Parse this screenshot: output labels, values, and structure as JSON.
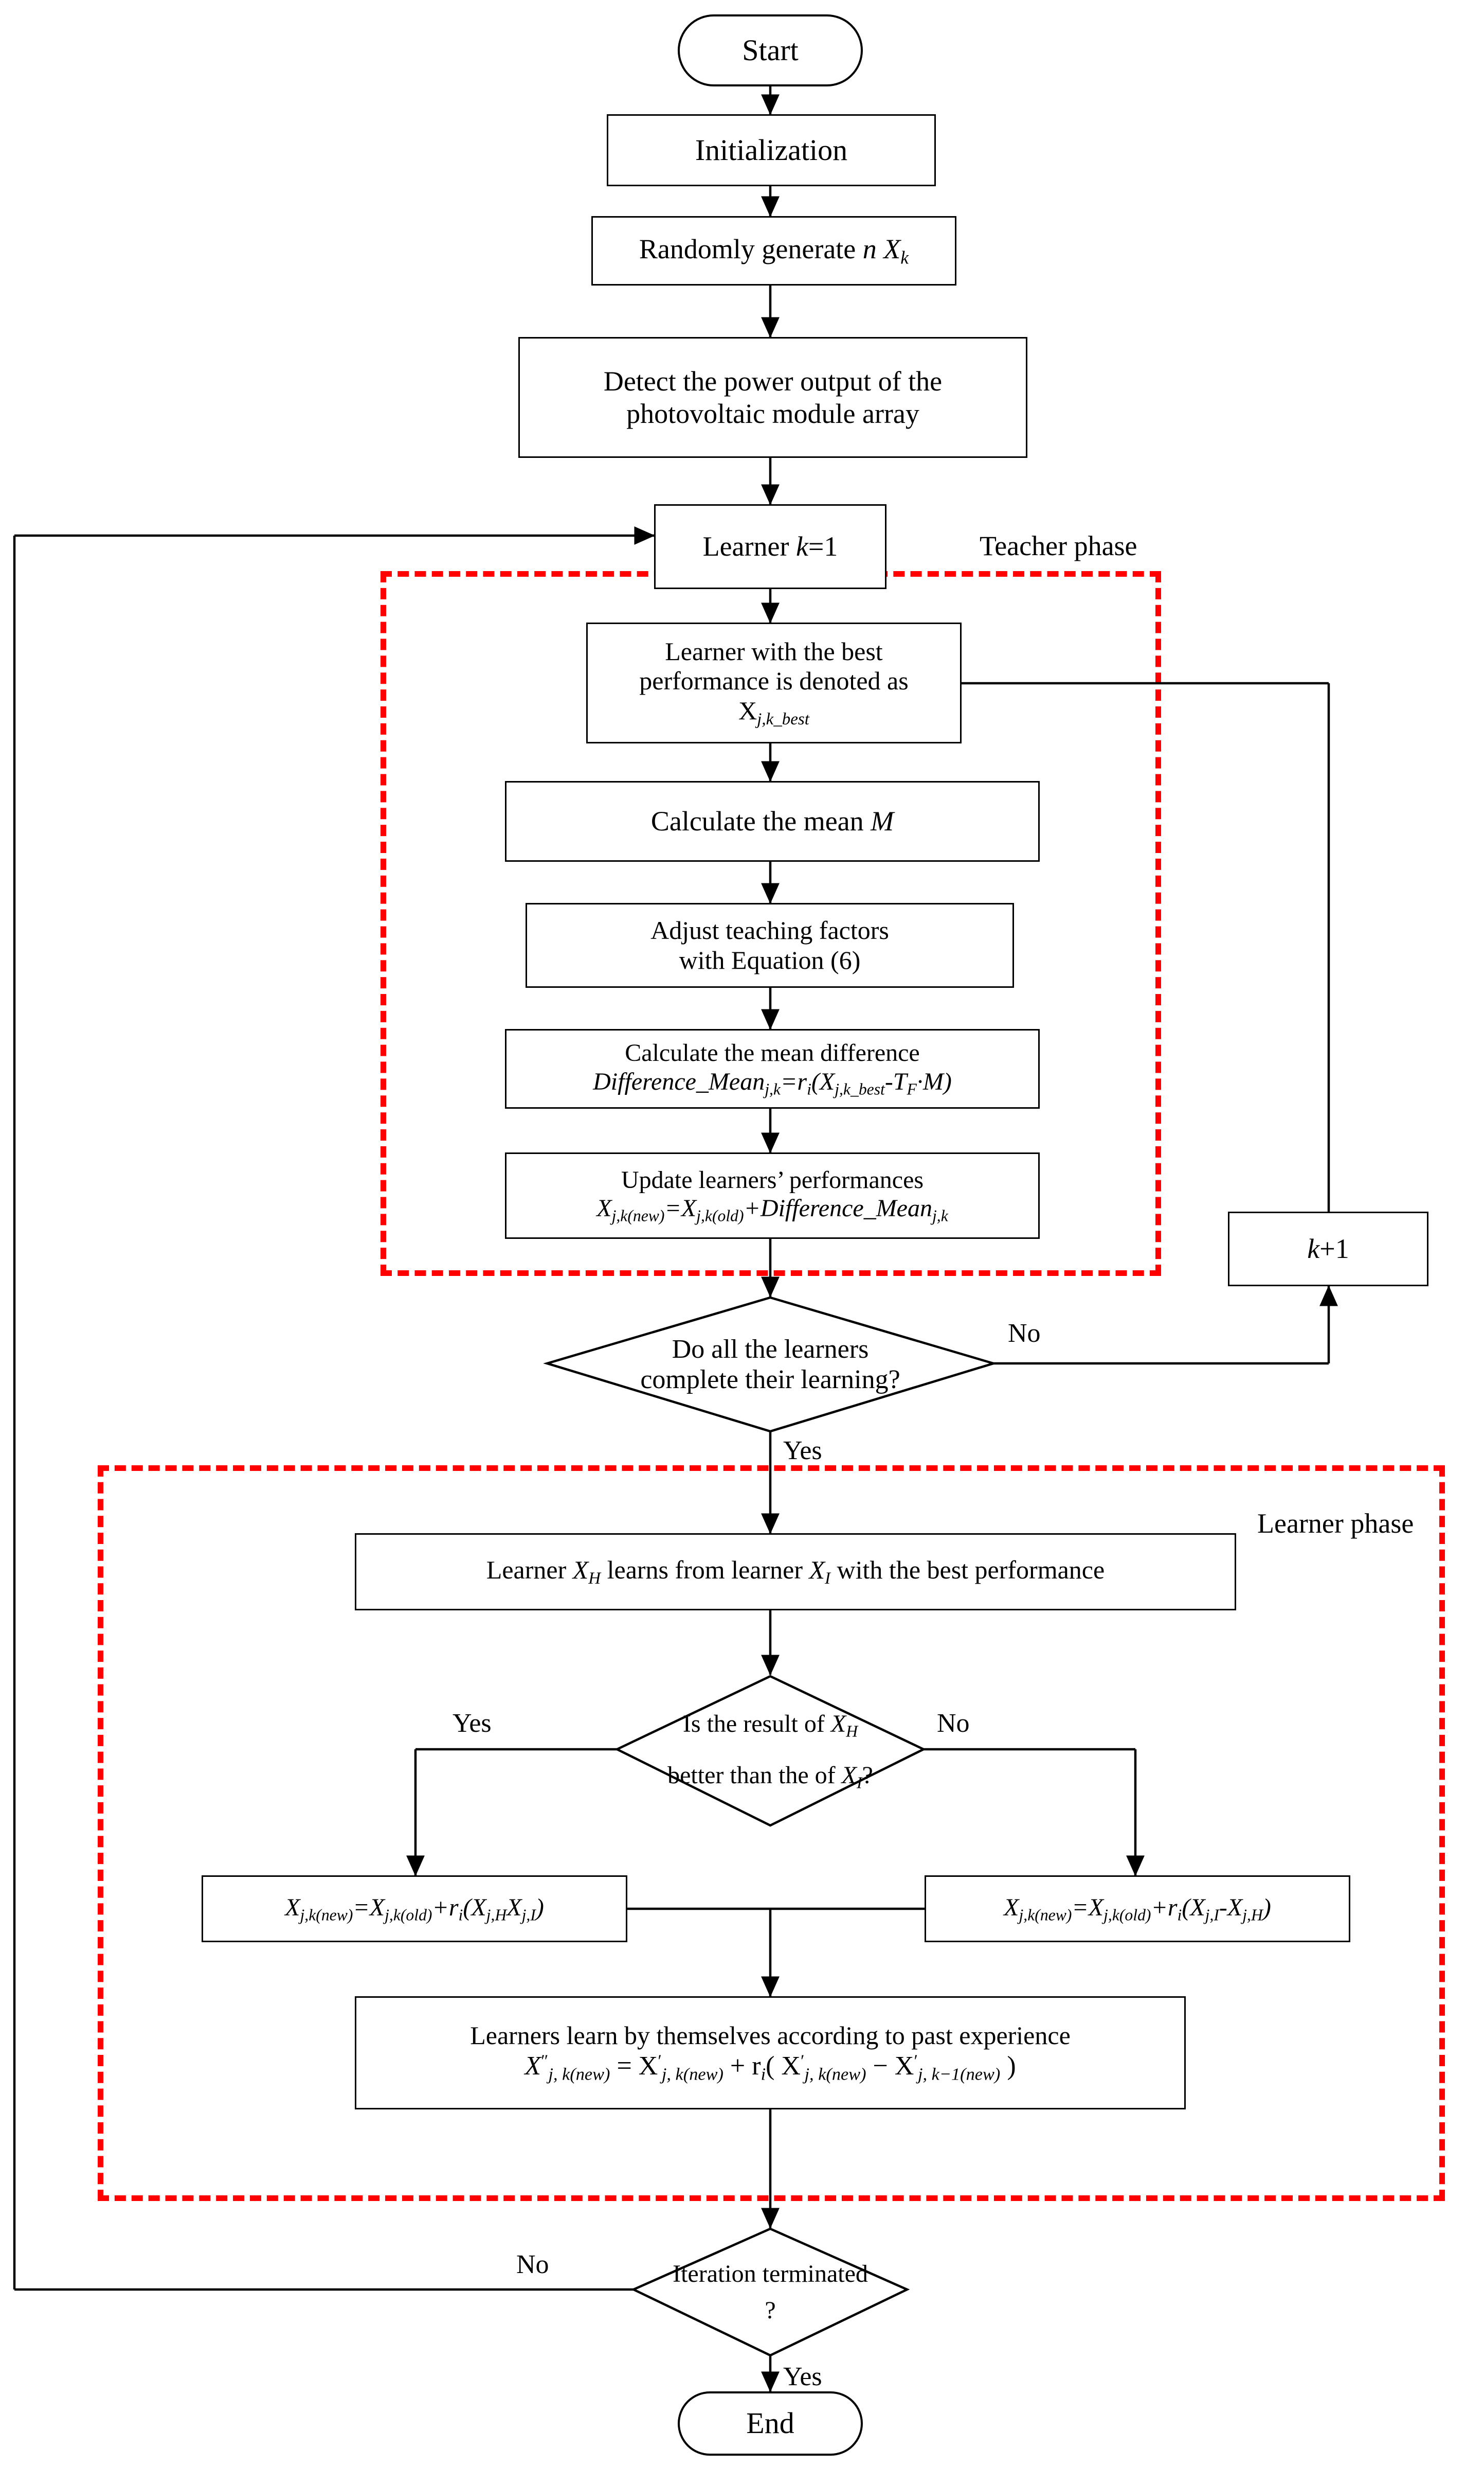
{
  "diagram": {
    "title": "TLBO algorithm flowchart for photovoltaic module array MPPT",
    "type": "flowchart",
    "colors": {
      "line": "#000000",
      "phase_box": "#ff0000",
      "background": "#ffffff"
    }
  },
  "nodes": {
    "start": {
      "label": "Start",
      "shape": "terminator"
    },
    "initialization": {
      "label": "Initialization",
      "shape": "process"
    },
    "random_generate": {
      "label_a": "Randomly generate ",
      "var_n": "n",
      "var_x": "X",
      "sub_k": "k",
      "shape": "process"
    },
    "detect_power": {
      "line1": "Detect the power output of the",
      "line2": "photovoltaic module array",
      "shape": "process"
    },
    "learner_k1": {
      "label_a": "Learner ",
      "var_k": "k",
      "label_b": "=1",
      "shape": "process"
    },
    "best_performance": {
      "line1": "Learner with the best",
      "line2": "performance is denoted as",
      "line3_base": "X",
      "line3_sub": "j,k_best",
      "shape": "process"
    },
    "calc_mean": {
      "label_a": "Calculate the mean ",
      "var_m": "M",
      "shape": "process"
    },
    "adjust_factors": {
      "line1": "Adjust teaching factors",
      "line2": "with Equation (6)",
      "shape": "process"
    },
    "mean_difference": {
      "line1": "Calculate the mean difference",
      "eq_lhs": "Difference_Mean",
      "eq_lhs_sub": "j,k",
      "eq_mid": "=r",
      "eq_mid_sub": "i",
      "eq_open": "(X",
      "eq_x_sub": "j,k_best",
      "eq_minus": "-T",
      "eq_tf_sub": "F",
      "eq_dot": "·M)",
      "shape": "process"
    },
    "update_performance": {
      "line1": "Update learners’ performances",
      "eq_x1": "X",
      "eq_x1_sub": "j,k(new)",
      "eq_eq": "=X",
      "eq_x2_sub": "j,k(old)",
      "eq_plus": "+Difference_Mean",
      "eq_x3_sub": "j,k",
      "shape": "process"
    },
    "all_learners_done": {
      "line1": "Do all the learners",
      "line2": "complete their learning?",
      "shape": "decision"
    },
    "k_plus_1": {
      "var_k": "k",
      "label_b": "+1",
      "shape": "process"
    },
    "learner_learns": {
      "part1": "Learner ",
      "x_h": "X",
      "sub_h": "H",
      "part2": " learns from learner ",
      "x_i": "X",
      "sub_i": "I",
      "part3": " with the best performance",
      "shape": "process"
    },
    "compare_xh_xi": {
      "line1a": "Is the result of ",
      "line1_x": "X",
      "line1_sub": "H",
      "line2a": "better than the of ",
      "line2_x": "X",
      "line2_sub": "I",
      "line2b": "?",
      "shape": "decision"
    },
    "update_left": {
      "eq_x1": "X",
      "eq_x1_sub": "j,k(new)",
      "eq_eq": "=X",
      "eq_x2_sub": "j,k(old)",
      "eq_plus": "+r",
      "eq_r_sub": "i",
      "eq_open": "(X",
      "eq_x3_sub": "j,H",
      "eq_x4": "X",
      "eq_x4_sub": "j,I",
      "eq_close": ")",
      "shape": "process"
    },
    "update_right": {
      "eq_x1": "X",
      "eq_x1_sub": "j,k(new)",
      "eq_eq": "=X",
      "eq_x2_sub": "j,k(old)",
      "eq_plus": "+r",
      "eq_r_sub": "i",
      "eq_open": "(X",
      "eq_x3_sub": "j,I",
      "eq_minus": "-X",
      "eq_x4_sub": "j,H",
      "eq_close": ")",
      "shape": "process"
    },
    "self_learning": {
      "line1": "Learners learn by themselves according to past experience",
      "eq_x1": "X",
      "eq_x1_sup": "″",
      "eq_x1_sub": "j, k(new)",
      "eq_eq": " = X",
      "eq_x2_sup": "′",
      "eq_x2_sub": "j, k(new)",
      "eq_plus": " + r",
      "eq_r_sub": "i",
      "eq_open": "( X",
      "eq_x3_sup": "′",
      "eq_x3_sub": "j, k(new)",
      "eq_minus": " − X",
      "eq_x4_sup": "′",
      "eq_x4_sub": "j, k−1(new)",
      "eq_close": " )",
      "shape": "process"
    },
    "iteration_terminated": {
      "line1": "Iteration terminated",
      "line2": "?",
      "shape": "decision"
    },
    "end": {
      "label": "End",
      "shape": "terminator"
    }
  },
  "phase_boxes": [
    {
      "name": "teacher-phase",
      "label": "Teacher phase"
    },
    {
      "name": "learner-phase",
      "label": "Learner phase"
    }
  ],
  "edge_labels": {
    "learners_done_no": "No",
    "learners_done_yes": "Yes",
    "compare_yes": "Yes",
    "compare_no": "No",
    "iteration_no": "No",
    "iteration_yes": "Yes"
  }
}
